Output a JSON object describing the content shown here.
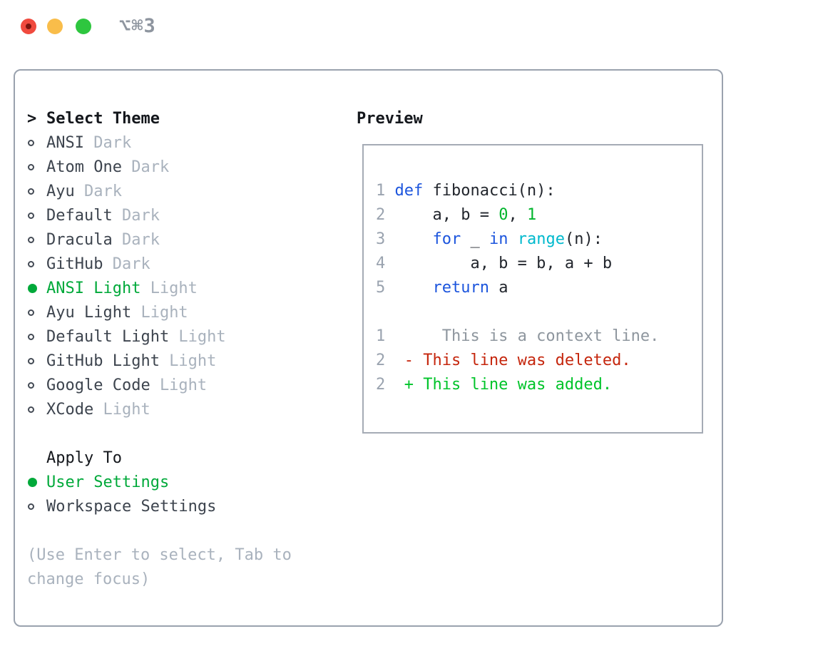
{
  "window": {
    "title": "⌥⌘3"
  },
  "colors": {
    "ui_green": "#00a93a",
    "header_black": "#14171c",
    "item_text": "#3d444e",
    "faint": "#a9b2bd",
    "linenum": "#9aa3af",
    "ctx": "#8e969e",
    "kw_blue": "#1c55dd",
    "cyan": "#00b9cd",
    "lit_green": "#00b52d",
    "add_green": "#00c42a",
    "del_red": "#c5260d",
    "panel_border": "#9aa2ae",
    "preview_border": "#a5abb5",
    "title_gray": "#8e959f",
    "traffic_red": "#f04a3e",
    "traffic_red_inner": "#7c150f",
    "traffic_yellow": "#f9bd4a",
    "traffic_green": "#2ec63f"
  },
  "theme_panel": {
    "header": {
      "marker": ">",
      "label": "Select Theme"
    },
    "items": [
      {
        "name": "ANSI",
        "variant": "Dark",
        "selected": false
      },
      {
        "name": "Atom One",
        "variant": "Dark",
        "selected": false
      },
      {
        "name": "Ayu",
        "variant": "Dark",
        "selected": false
      },
      {
        "name": "Default",
        "variant": "Dark",
        "selected": false
      },
      {
        "name": "Dracula",
        "variant": "Dark",
        "selected": false
      },
      {
        "name": "GitHub",
        "variant": "Dark",
        "selected": false
      },
      {
        "name": "ANSI Light",
        "variant": "Light",
        "selected": true
      },
      {
        "name": "Ayu Light",
        "variant": "Light",
        "selected": false
      },
      {
        "name": "Default Light",
        "variant": "Light",
        "selected": false
      },
      {
        "name": "GitHub Light",
        "variant": "Light",
        "selected": false
      },
      {
        "name": "Google Code",
        "variant": "Light",
        "selected": false
      },
      {
        "name": "XCode",
        "variant": "Light",
        "selected": false
      }
    ],
    "apply_to": {
      "label": "Apply To",
      "options": [
        {
          "name": "User Settings",
          "selected": true
        },
        {
          "name": "Workspace Settings",
          "selected": false
        }
      ]
    },
    "hint_line1": "(Use Enter to select, Tab to",
    "hint_line2": "change focus)"
  },
  "preview": {
    "label": "Preview",
    "code_lines": [
      {
        "num": "1",
        "tokens": [
          {
            "t": "def",
            "c": "kw"
          },
          {
            "t": " fibonacci(n):",
            "c": "plain"
          }
        ]
      },
      {
        "num": "2",
        "tokens": [
          {
            "t": "    a, b = ",
            "c": "plain"
          },
          {
            "t": "0",
            "c": "lit"
          },
          {
            "t": ", ",
            "c": "plain"
          },
          {
            "t": "1",
            "c": "lit"
          }
        ]
      },
      {
        "num": "3",
        "tokens": [
          {
            "t": "    ",
            "c": "plain"
          },
          {
            "t": "for",
            "c": "kw"
          },
          {
            "t": " _ ",
            "c": "plain"
          },
          {
            "t": "in",
            "c": "kw"
          },
          {
            "t": " ",
            "c": "plain"
          },
          {
            "t": "range",
            "c": "cyan"
          },
          {
            "t": "(n):",
            "c": "plain"
          }
        ]
      },
      {
        "num": "4",
        "tokens": [
          {
            "t": "        a, b = b, a + b",
            "c": "plain"
          }
        ]
      },
      {
        "num": "5",
        "tokens": [
          {
            "t": "    ",
            "c": "plain"
          },
          {
            "t": "return",
            "c": "kw"
          },
          {
            "t": " a",
            "c": "plain"
          }
        ]
      }
    ],
    "diff_lines": [
      {
        "num": "1",
        "tokens": [
          {
            "t": "     This is a context line.",
            "c": "ctx"
          }
        ]
      },
      {
        "num": "2",
        "tokens": [
          {
            "t": " - This line was deleted.",
            "c": "del"
          }
        ]
      },
      {
        "num": "2",
        "tokens": [
          {
            "t": " + This line was added.",
            "c": "add"
          }
        ]
      }
    ]
  }
}
